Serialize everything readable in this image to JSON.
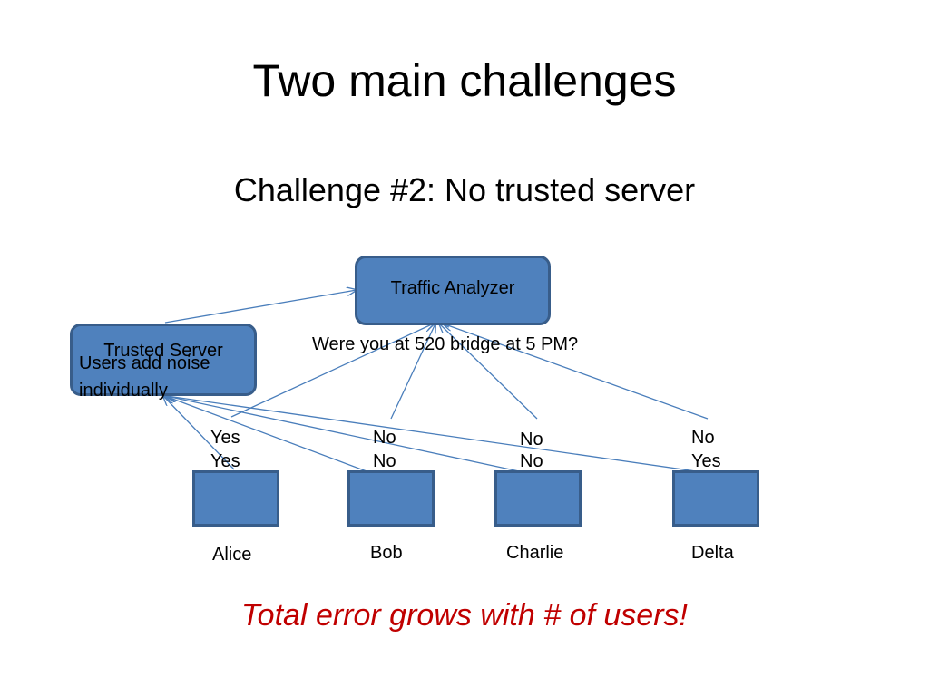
{
  "slide": {
    "title": "Two main challenges",
    "subtitle": "Challenge #2: No trusted server",
    "caption": "Total error grows with # of users!"
  },
  "diagram": {
    "traffic_analyzer": "Traffic Analyzer",
    "trusted_server": "Trusted Server",
    "overlay_note_line1": "Users add noise",
    "overlay_note_line2": "individually",
    "question": "Were you at 520 bridge at 5 PM?",
    "users": [
      {
        "name": "Alice",
        "answer_top": "Yes",
        "answer_bottom": "Yes"
      },
      {
        "name": "Bob",
        "answer_top": "No",
        "answer_bottom": "No"
      },
      {
        "name": "Charlie",
        "answer_top": "No",
        "answer_bottom": "No"
      },
      {
        "name": "Delta",
        "answer_top": "No",
        "answer_bottom": "Yes"
      }
    ],
    "colors": {
      "box_fill": "#4f81bd",
      "box_border": "#385d8a",
      "arrow": "#4a7ebb",
      "caption": "#c00000"
    }
  }
}
